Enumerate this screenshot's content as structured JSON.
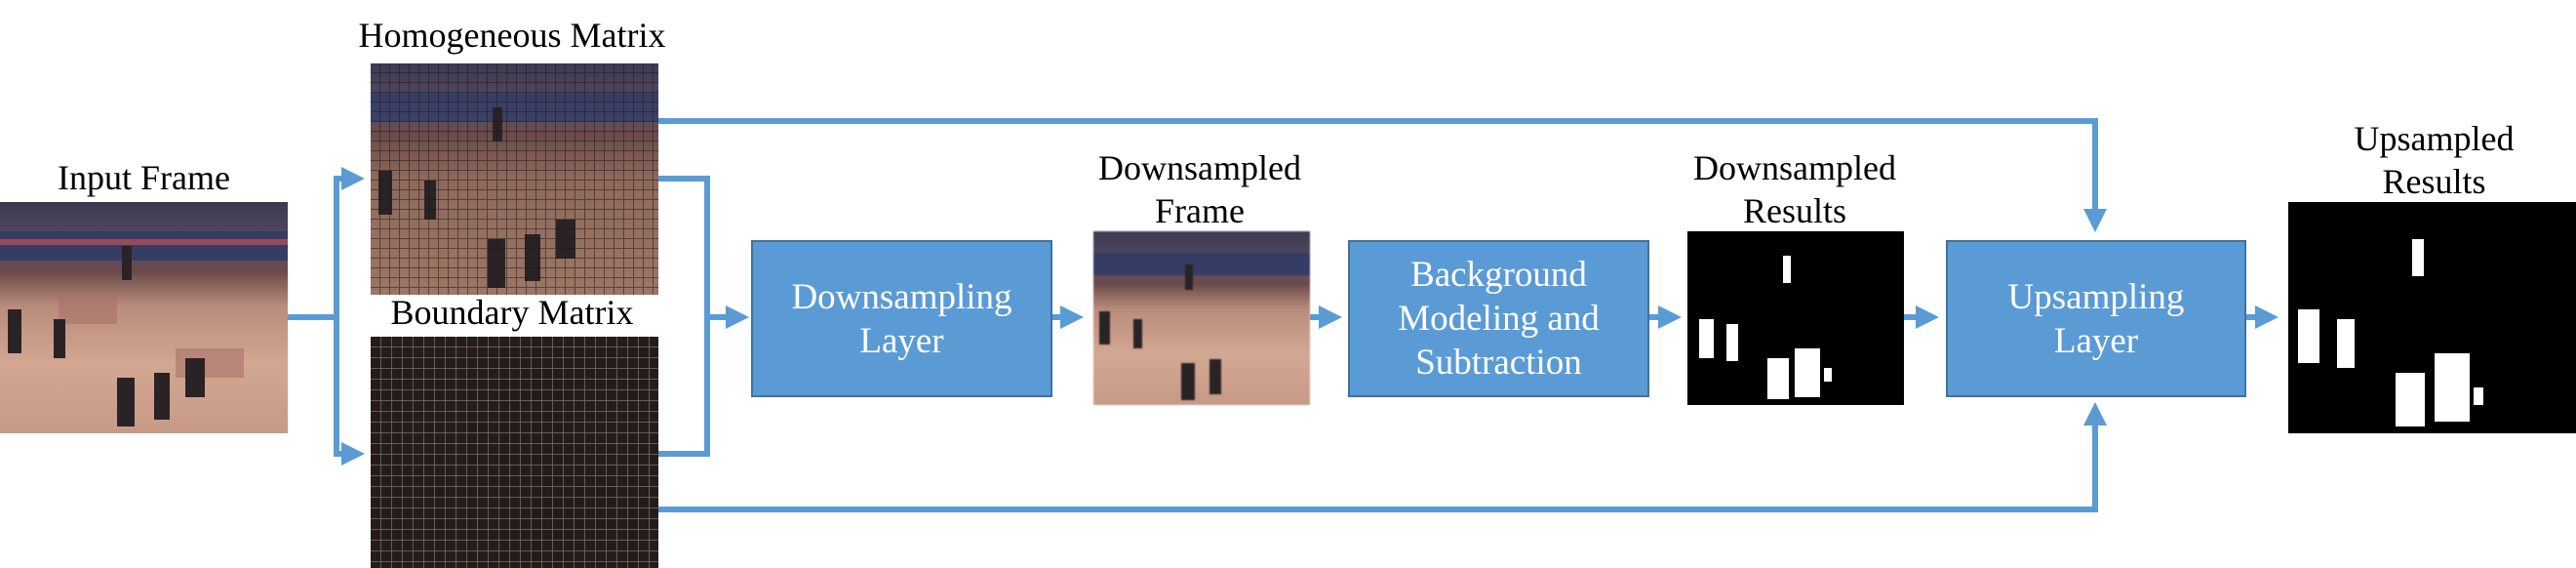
{
  "labels": {
    "input_frame": "Input Frame",
    "homogeneous_matrix": "Homogeneous Matrix",
    "boundary_matrix": "Boundary Matrix",
    "downsampled_frame": [
      "Downsampled",
      "Frame"
    ],
    "downsampled_results": [
      "Downsampled",
      "Results"
    ],
    "upsampled_results": [
      "Upsampled",
      "Results"
    ]
  },
  "boxes": {
    "downsampling": [
      "Downsampling",
      "Layer"
    ],
    "background": [
      "Background",
      "Modeling and",
      "Subtraction"
    ],
    "upsampling": [
      "Upsampling",
      "Layer"
    ]
  },
  "colors": {
    "box_fill": "#5b9bd5",
    "box_border": "#41719c",
    "arrow": "#5b9bd5"
  }
}
